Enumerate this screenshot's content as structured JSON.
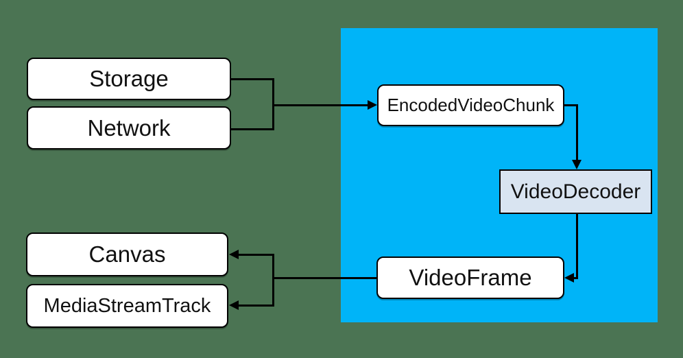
{
  "diagram": {
    "nodes": {
      "storage": {
        "label": "Storage"
      },
      "network": {
        "label": "Network"
      },
      "encoded_video_chunk": {
        "label": "EncodedVideoChunk"
      },
      "video_decoder": {
        "label": "VideoDecoder"
      },
      "video_frame": {
        "label": "VideoFrame"
      },
      "canvas": {
        "label": "Canvas"
      },
      "media_stream_track": {
        "label": "MediaStreamTrack"
      }
    },
    "colors": {
      "background": "#4b7453",
      "panel": "#00b4f8",
      "node_fill": "#ffffff",
      "decoder_fill": "#d9e4f1",
      "line": "#000000",
      "text": "#111111",
      "border": "#000000"
    }
  }
}
